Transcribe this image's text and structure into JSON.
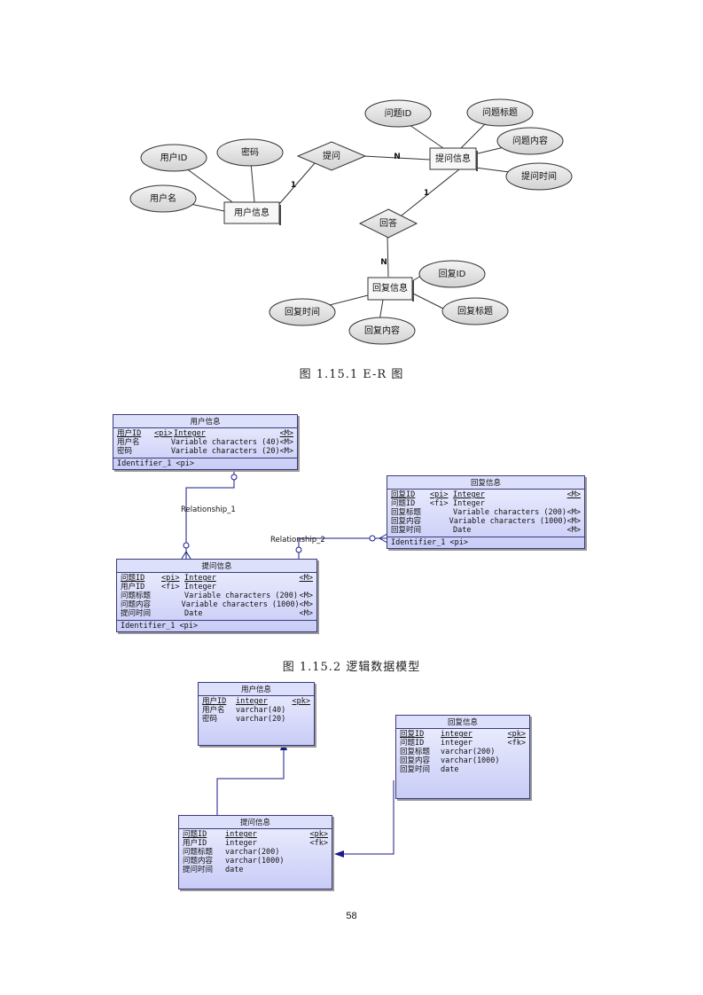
{
  "er": {
    "entities": {
      "user": "用户信息",
      "question": "提问信息",
      "reply": "回复信息"
    },
    "relationships": {
      "ask": "提问",
      "answer": "回答"
    },
    "attributes": {
      "user_id": "用户ID",
      "password": "密码",
      "username": "用户名",
      "question_id": "问题ID",
      "question_title": "问题标题",
      "question_content": "问题内容",
      "ask_time": "提问时间",
      "reply_id": "回复ID",
      "reply_title": "回复标题",
      "reply_content": "回复内容",
      "reply_time": "回复时间"
    },
    "cardinalities": {
      "ask_user": "1",
      "ask_question": "N",
      "answer_question": "1",
      "answer_reply": "N"
    }
  },
  "captions": {
    "fig1": "图 1.15.1  E-R 图",
    "fig2": "图 1.15.2 逻辑数据模型"
  },
  "logical": {
    "relationship1": "Relationship_1",
    "relationship2": "Relationship_2",
    "user": {
      "title": "用户信息",
      "rows": [
        {
          "name": "用户ID",
          "key": "<pi>",
          "type": "Integer",
          "flag": "<M>"
        },
        {
          "name": "用户名",
          "key": "",
          "type": "Variable characters (40)",
          "flag": "<M>"
        },
        {
          "name": "密码",
          "key": "",
          "type": "Variable characters (20)",
          "flag": "<M>"
        }
      ],
      "identifier": "Identifier_1  <pi>"
    },
    "question": {
      "title": "提问信息",
      "rows": [
        {
          "name": "问题ID",
          "key": "<pi>",
          "type": "Integer",
          "flag": "<M>"
        },
        {
          "name": "用户ID",
          "key": "<fi>",
          "type": "Integer",
          "flag": ""
        },
        {
          "name": "问题标题",
          "key": "",
          "type": "Variable characters (200)",
          "flag": "<M>"
        },
        {
          "name": "问题内容",
          "key": "",
          "type": "Variable characters (1000)",
          "flag": "<M>"
        },
        {
          "name": "提问时间",
          "key": "",
          "type": "Date",
          "flag": "<M>"
        }
      ],
      "identifier": "Identifier_1  <pi>"
    },
    "reply": {
      "title": "回复信息",
      "rows": [
        {
          "name": "回复ID",
          "key": "<pi>",
          "type": "Integer",
          "flag": "<M>"
        },
        {
          "name": "问题ID",
          "key": "<fi>",
          "type": "Integer",
          "flag": ""
        },
        {
          "name": "回复标题",
          "key": "",
          "type": "Variable characters (200)",
          "flag": "<M>"
        },
        {
          "name": "回复内容",
          "key": "",
          "type": "Variable characters (1000)",
          "flag": "<M>"
        },
        {
          "name": "回复时间",
          "key": "",
          "type": "Date",
          "flag": "<M>"
        }
      ],
      "identifier": "Identifier_1  <pi>"
    }
  },
  "physical": {
    "user": {
      "title": "用户信息",
      "rows": [
        {
          "name": "用户ID",
          "type": "integer",
          "key": "<pk>"
        },
        {
          "name": "用户名",
          "type": "varchar(40)",
          "key": ""
        },
        {
          "name": "密码",
          "type": "varchar(20)",
          "key": ""
        }
      ]
    },
    "question": {
      "title": "提问信息",
      "rows": [
        {
          "name": "问题ID",
          "type": "integer",
          "key": "<pk>"
        },
        {
          "name": "用户ID",
          "type": "integer",
          "key": "<fk>"
        },
        {
          "name": "问题标题",
          "type": "varchar(200)",
          "key": ""
        },
        {
          "name": "问题内容",
          "type": "varchar(1000)",
          "key": ""
        },
        {
          "name": "提问时间",
          "type": "date",
          "key": ""
        }
      ]
    },
    "reply": {
      "title": "回复信息",
      "rows": [
        {
          "name": "回复ID",
          "type": "integer",
          "key": "<pk>"
        },
        {
          "name": "问题ID",
          "type": "integer",
          "key": "<fk>"
        },
        {
          "name": "回复标题",
          "type": "varchar(200)",
          "key": ""
        },
        {
          "name": "回复内容",
          "type": "varchar(1000)",
          "key": ""
        },
        {
          "name": "回复时间",
          "type": "date",
          "key": ""
        }
      ]
    }
  },
  "page_number": "58"
}
